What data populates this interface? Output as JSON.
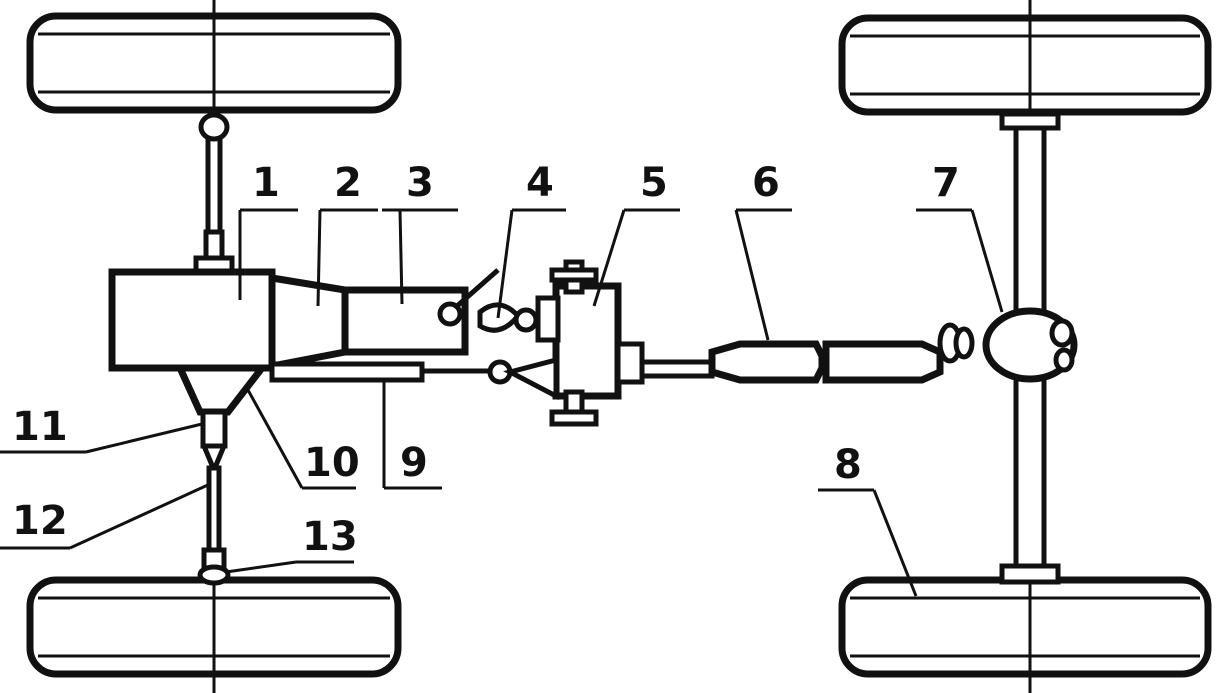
{
  "colors": {
    "ink": "#111111",
    "paper": "#ffffff"
  },
  "labels": [
    "1",
    "2",
    "3",
    "4",
    "5",
    "6",
    "7",
    "8",
    "9",
    "10",
    "11",
    "12",
    "13"
  ]
}
